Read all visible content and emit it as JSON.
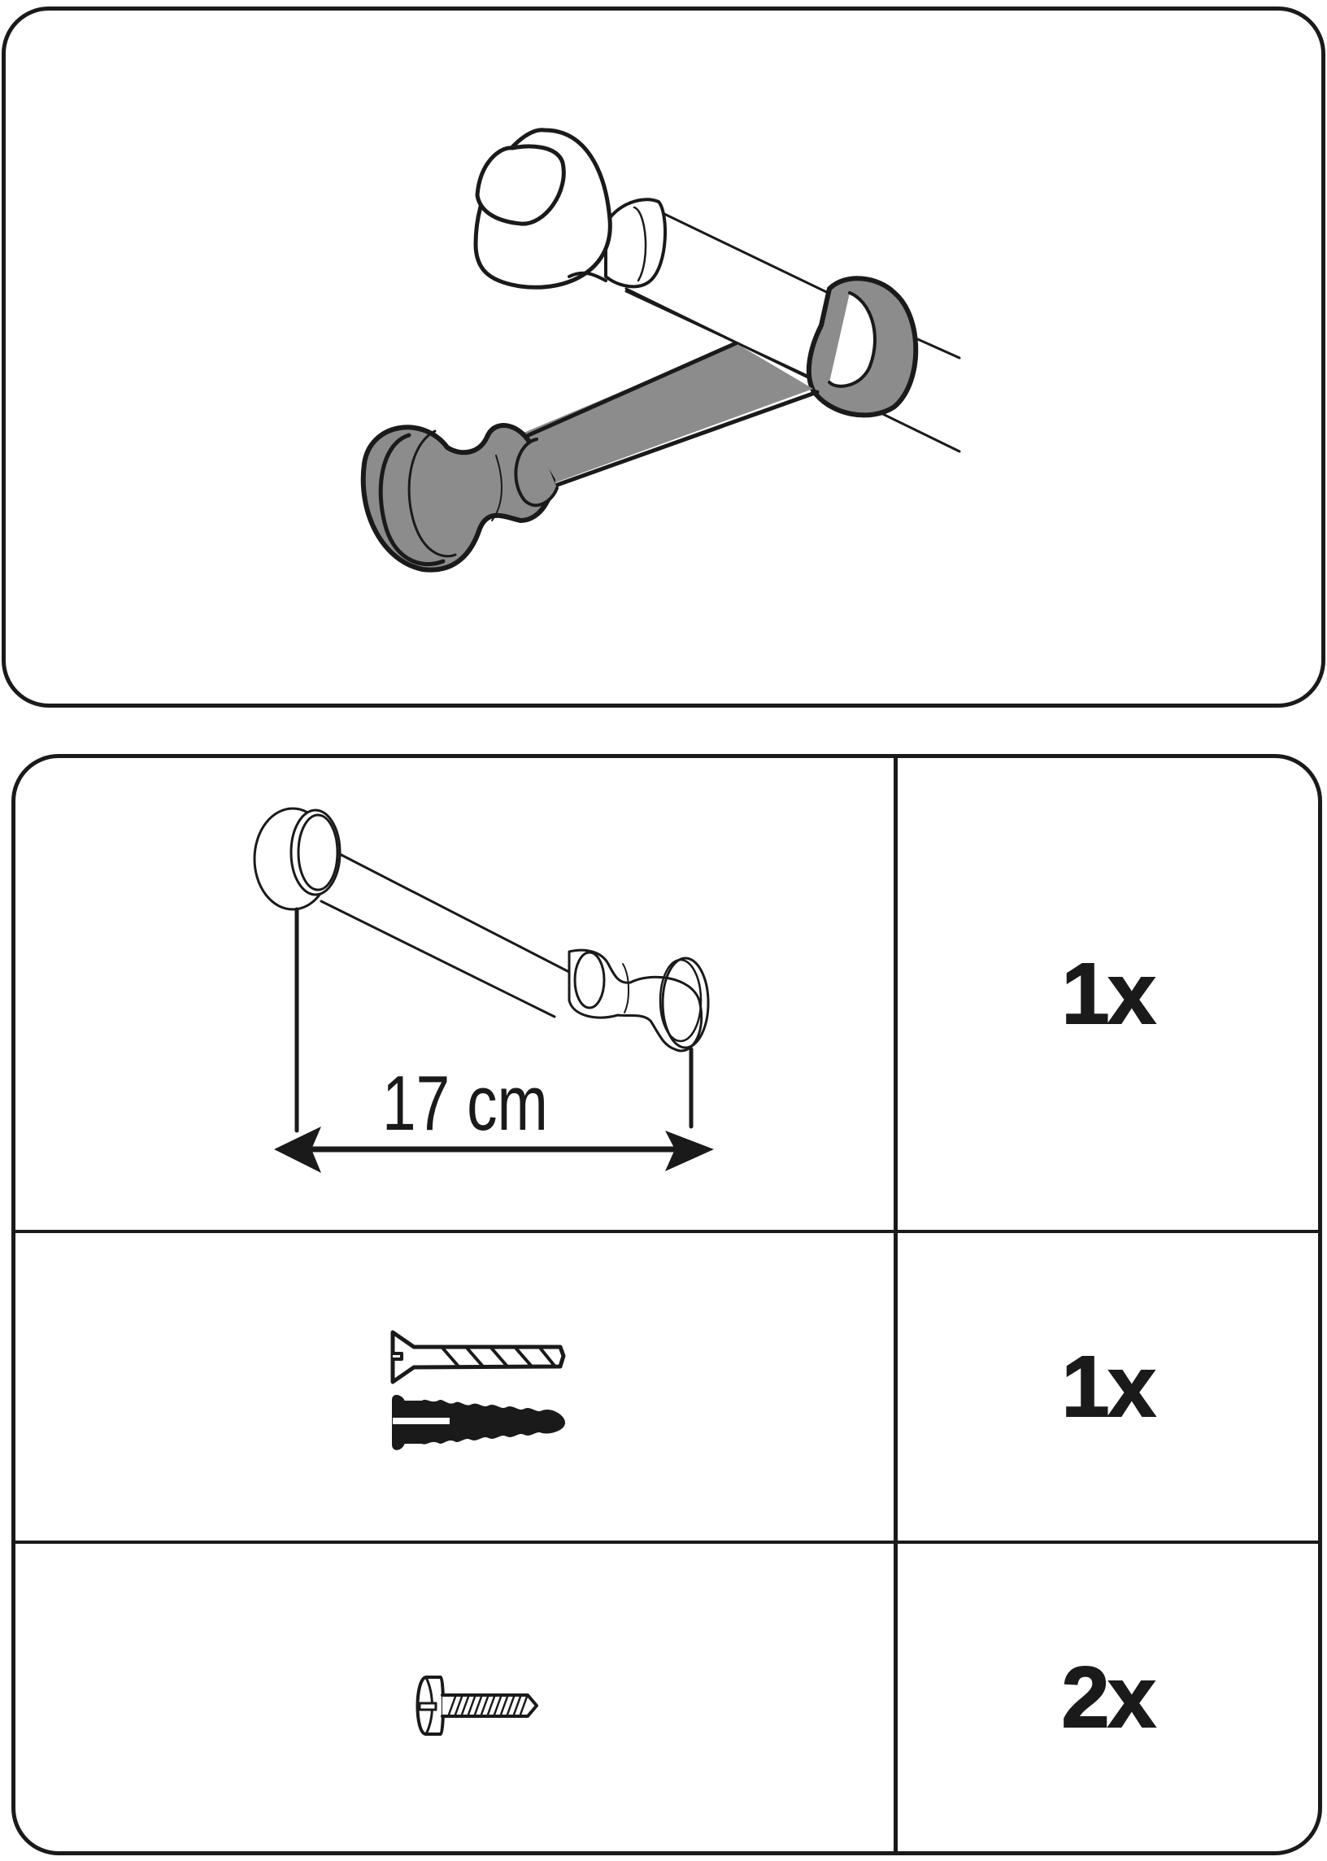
{
  "hero": {
    "illustration": "curtain-rod-with-two-brackets",
    "colors": {
      "outline": "#1a1a1a",
      "bracket_fill": "#8c8c8c",
      "background": "#ffffff"
    }
  },
  "parts_list": {
    "rows": [
      {
        "item": "wall-bracket",
        "dimension_label": "17 cm",
        "quantity": "1x"
      },
      {
        "item": "screw-and-wall-plug",
        "quantity": "1x"
      },
      {
        "item": "set-screw",
        "quantity": "2x"
      }
    ]
  }
}
